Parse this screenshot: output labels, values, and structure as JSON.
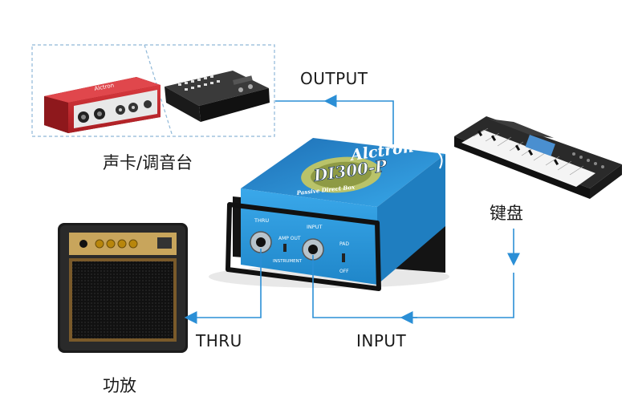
{
  "labels": {
    "output": "OUTPUT",
    "thru": "THRU",
    "input": "INPUT",
    "sound_card_mixer": "声卡/调音台",
    "keyboard": "键盘",
    "amplifier": "功放"
  },
  "di_box": {
    "brand": "Alctron",
    "model": "DI300-P",
    "subtitle": "Passive Direct Box",
    "jack_thru": "THRU",
    "jack_input": "INPUT",
    "amp_out": "AMP OUT",
    "instrument": "INSTRUMENT",
    "pad": "PAD",
    "off": "OFF"
  },
  "sound_card": {
    "brand": "Alctron"
  },
  "colors": {
    "cable": "#2b8fd6",
    "di_body": "#2f9fe0",
    "sound_card": "#c8272d",
    "dashed_border": "#8fb8d8"
  }
}
